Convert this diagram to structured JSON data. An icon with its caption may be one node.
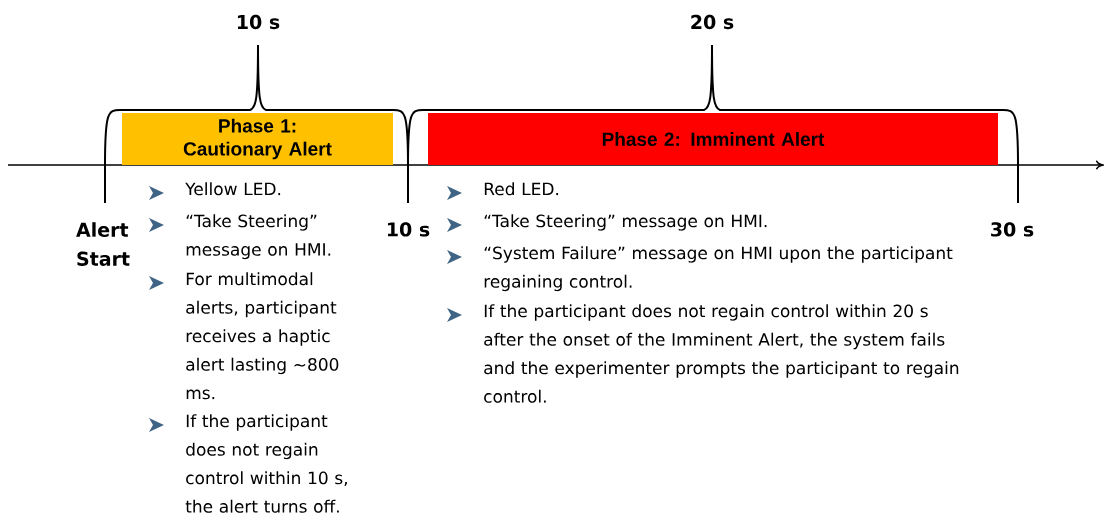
{
  "diagram": {
    "nodes": [
      {
        "text": [
          "Phase 1: Cautionary Alert"
        ]
      },
      {
        "text": [
          "Phase 2: Imminent Alert"
        ]
      }
    ],
    "labels": [
      "10 s",
      "20 s",
      "Alert Start",
      "10 s",
      "30 s",
      "Yellow LED.",
      "“Take Steering” message on HMI.",
      "For multimodal alerts, participant receives a haptic alert lasting ~800 ms.",
      "If the participant does not regain control within 10 s, the alert turns off.",
      "Red LED.",
      "“Take Steering” message on HMI.",
      "“System Failure” message on HMI upon the participant regaining control.",
      "If the participant does not regain control within 20 s after the onset of the Imminent Alert, the system fails and the experimenter prompts the participant to regain control."
    ]
  }
}
